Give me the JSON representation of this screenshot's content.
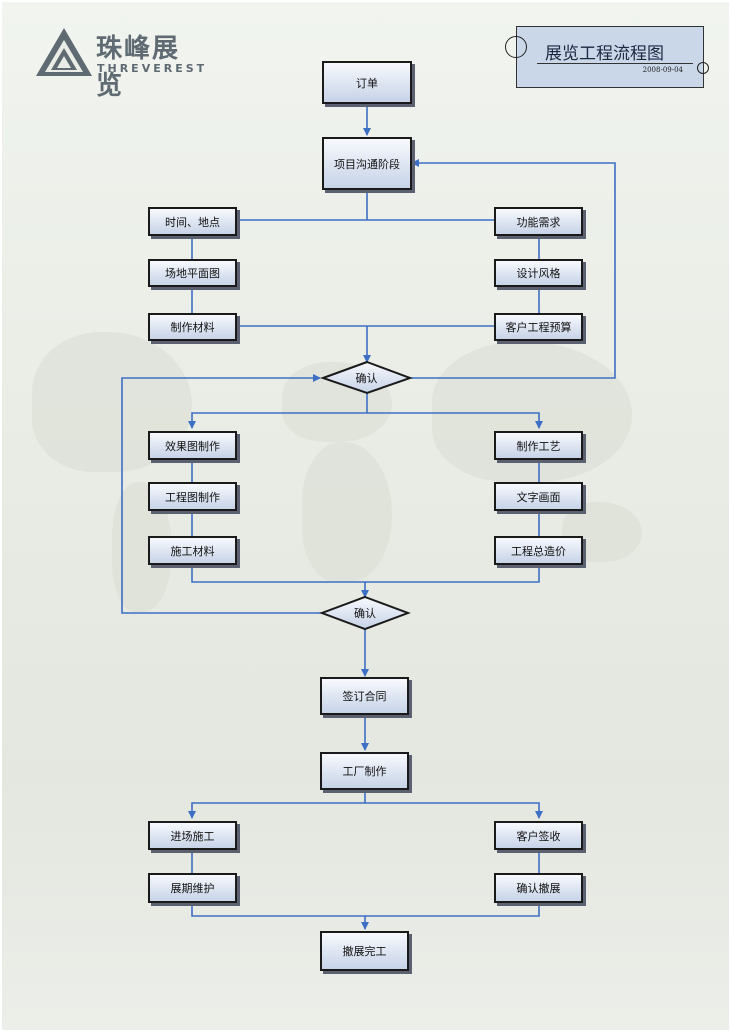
{
  "logo": {
    "cn": "珠峰展览",
    "en": "THREVEREST"
  },
  "title": {
    "text": "展览工程流程图",
    "date": "2008-09-04"
  },
  "nodes": {
    "order": "订单",
    "comm": "项目沟通阶段",
    "time_place": "时间、地点",
    "func": "功能需求",
    "floor_plan": "场地平面图",
    "design_style": "设计风格",
    "materials": "制作材料",
    "budget": "客户工程预算",
    "confirm1": "确认",
    "render": "效果图制作",
    "craft": "制作工艺",
    "eng_drawing": "工程图制作",
    "text_graphic": "文字画面",
    "const_material": "施工材料",
    "total_cost": "工程总造价",
    "confirm2": "确认",
    "contract": "签订合同",
    "factory": "工厂制作",
    "site": "进场施工",
    "acceptance": "客户签收",
    "maintenance": "展期维护",
    "confirm_dismantle": "确认撤展",
    "complete": "撤展完工"
  },
  "colors": {
    "arrow": "#3d6fc4",
    "border": "#1a1a1a",
    "title_bg": "#c9d7e9"
  }
}
